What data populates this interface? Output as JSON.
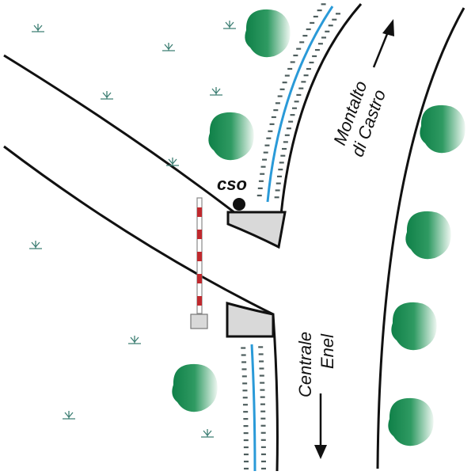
{
  "labels": {
    "cso": "CSO",
    "north_line1": "Montalto",
    "north_line2": "di Castro",
    "south_line1": "Centrale",
    "south_line2": "Enel"
  },
  "colors": {
    "road": "#111111",
    "canal": "#2a9ad8",
    "tree": "#1a8a4f",
    "structure": "#d9d9d9",
    "barrier_red": "#c0282d",
    "grass": "#3e7f74"
  }
}
